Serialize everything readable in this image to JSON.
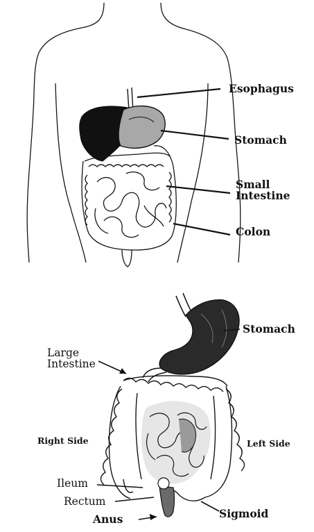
{
  "top_diagram": {
    "labels": {
      "esophagus": "Esophagus",
      "stomach": "Stomach",
      "small_intestine": "Small\nIntestine",
      "colon": "Colon"
    }
  },
  "bottom_diagram": {
    "labels": {
      "stomach": "Stomach",
      "large_intestine": "Large\nIntestine",
      "right_side": "Right Side",
      "left_side": "Left Side",
      "ileum": "Ileum",
      "rectum": "Rectum",
      "anus": "Anus",
      "sigmoid": "Sigmoid"
    }
  },
  "colors": {
    "ink": "#151515",
    "background": "#ffffff",
    "shade": "#9a9a9a"
  }
}
